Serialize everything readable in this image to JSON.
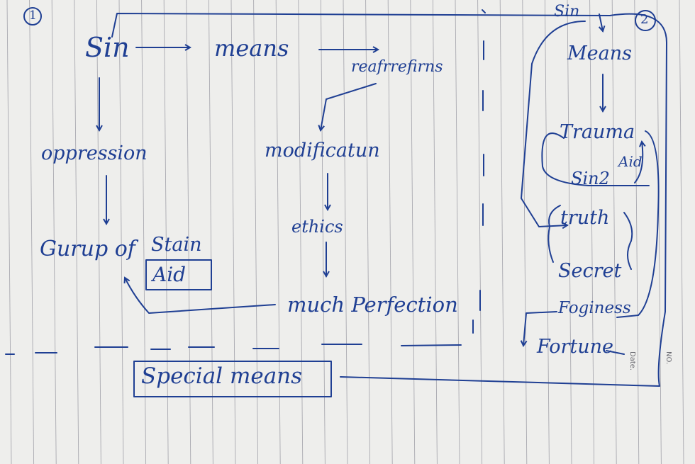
{
  "page": {
    "left": {
      "number": "1",
      "nodes": {
        "sin": "Sin",
        "means": "means",
        "reaffirmations": "reafrrefirns",
        "oppression": "oppression",
        "modification": "modificatun",
        "ethics": "ethics",
        "much_perfection": "much Perfection",
        "group_of": "Gurup of",
        "stain": "Stain",
        "aid": "Aid"
      }
    },
    "bottom": {
      "special_means": "Special means"
    },
    "right": {
      "number": "2",
      "nodes": {
        "sin": "Sin",
        "means": "Means",
        "trauma": "Trauma",
        "aid": "Aid",
        "sin2": "Sin2",
        "truth": "truth",
        "secret": "Secret",
        "forgiveness": "Foginess",
        "fortune": "Fortune"
      }
    },
    "printed": {
      "date_label": "Date.",
      "no_label": "NO."
    }
  },
  "colors": {
    "ink": "#1f3f93",
    "paper": "#eeeeec",
    "rule_lines": "#a9a9b0",
    "background": "#2b2622"
  }
}
